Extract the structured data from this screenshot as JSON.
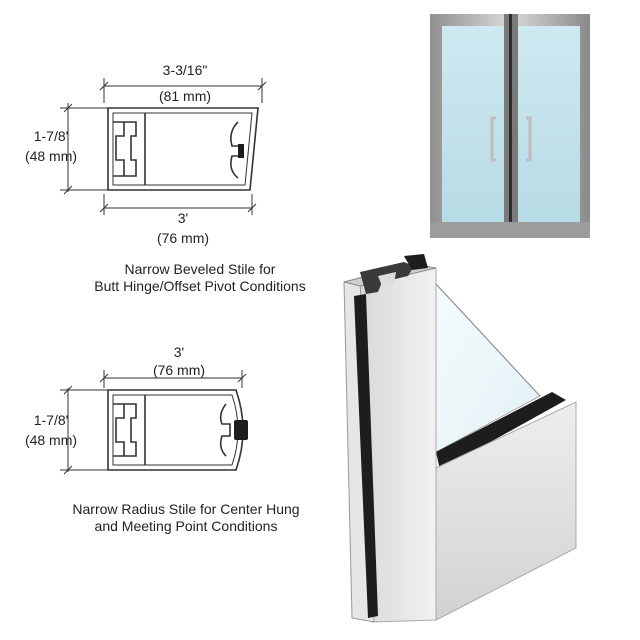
{
  "top_profile": {
    "width_imperial": "3-3/16\"",
    "width_metric": "(81 mm)",
    "height_imperial": "1-7/8'",
    "height_metric": "(48 mm)",
    "bottom_imperial": "3'",
    "bottom_metric": "(76 mm)",
    "caption_line1": "Narrow Beveled Stile for",
    "caption_line2": "Butt Hinge/Offset Pivot Conditions"
  },
  "bottom_profile": {
    "width_imperial": "3'",
    "width_metric": "(76 mm)",
    "height_imperial": "1-7/8'",
    "height_metric": "(48 mm)",
    "caption_line1": "Narrow Radius Stile for Center Hung",
    "caption_line2": "and Meeting Point Conditions"
  },
  "colors": {
    "glass": "#c7e6ef",
    "frame": "#b9b9b9",
    "gasket": "#1d1d1d",
    "line": "#333333"
  }
}
